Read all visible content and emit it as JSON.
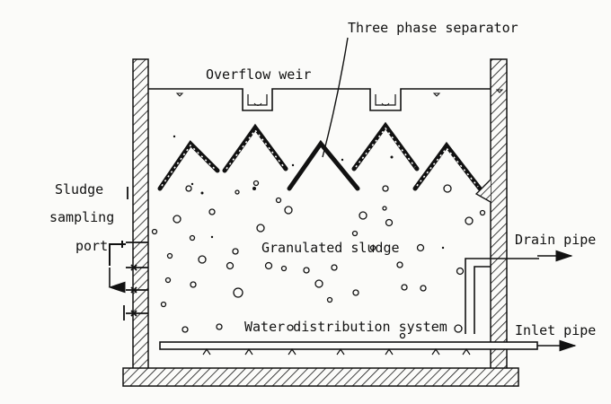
{
  "labels": {
    "three_phase_separator": "Three phase separator",
    "overflow_weir": "Overflow weir",
    "sludge": "Sludge",
    "sampling": "sampling",
    "port": "port",
    "granulated_sludge": "Granulated sludge",
    "drain_pipe": "Drain pipe",
    "water_distribution_system": "Water distribution system",
    "inlet_pipe": "Inlet pipe"
  },
  "colors": {
    "ink": "#111111",
    "paper": "#fbfbf9"
  }
}
